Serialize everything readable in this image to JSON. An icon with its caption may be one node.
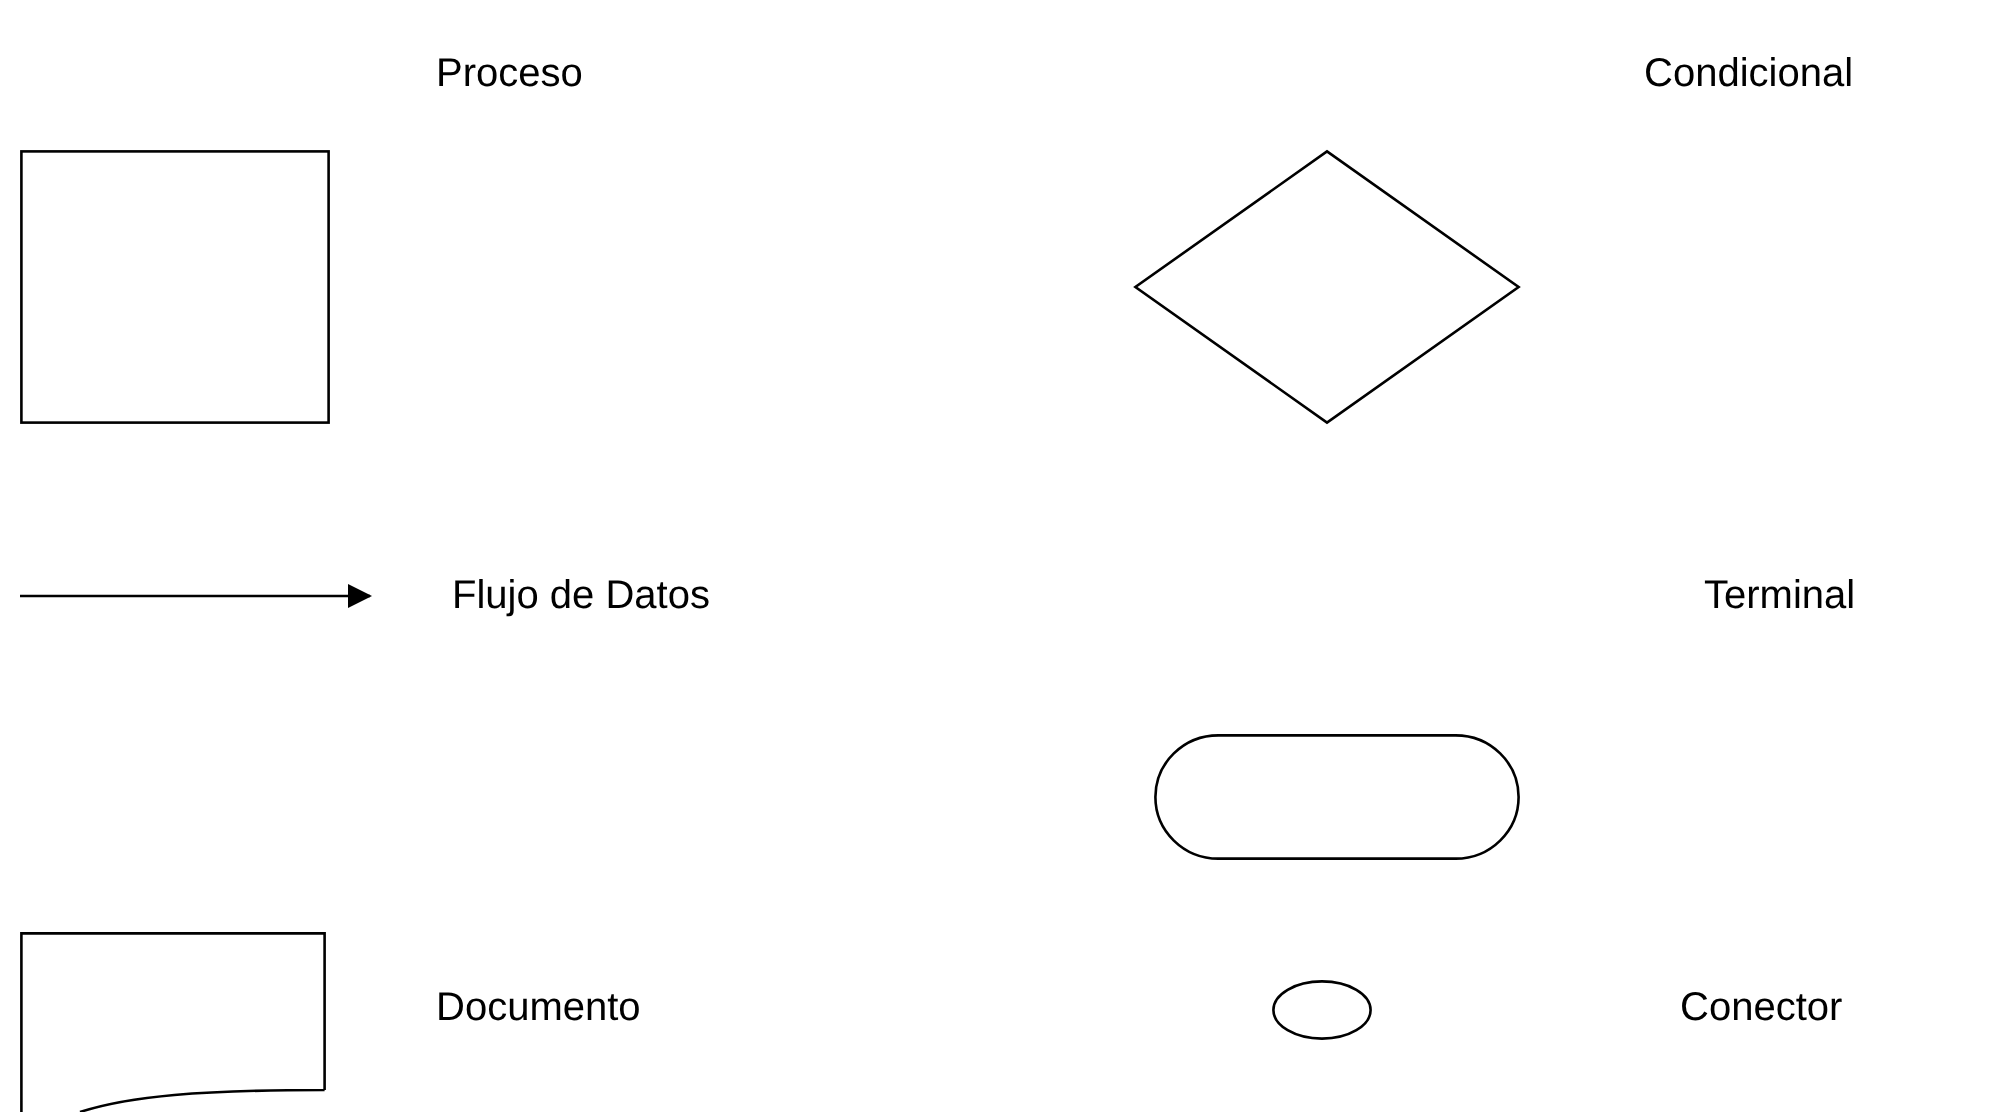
{
  "diagram": {
    "nodes": [
      {
        "text": [],
        "shape": "box",
        "beside": [
          "Proceso"
        ]
      },
      {
        "text": [],
        "shape": "diamond",
        "beside": [
          "Condicional"
        ]
      },
      {
        "text": [],
        "shape": "pill"
      },
      {
        "text": [],
        "shape": "document",
        "beside": [
          "Documento"
        ]
      },
      {
        "text": [],
        "shape": "ellipse"
      }
    ],
    "labels": [
      "Terminal",
      "Conector"
    ],
    "legend": [
      {
        "text": "Flujo de Datos"
      }
    ]
  }
}
